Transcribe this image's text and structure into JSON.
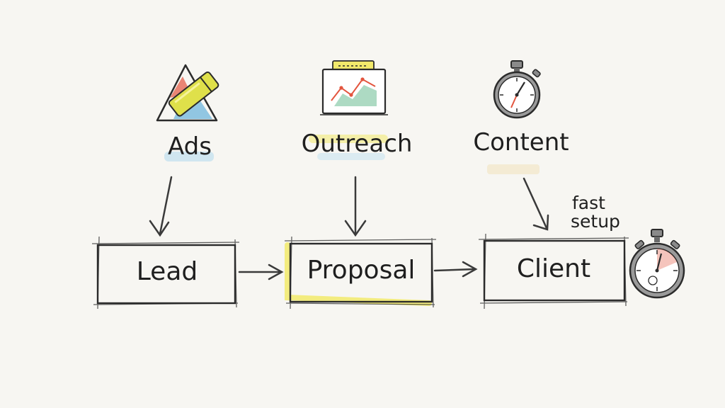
{
  "sources": [
    {
      "id": "ads",
      "label": "Ads",
      "icon": "pencil-triangle-icon"
    },
    {
      "id": "outreach",
      "label": "Outreach",
      "icon": "chart-board-icon"
    },
    {
      "id": "content",
      "label": "Content",
      "icon": "stopwatch-icon"
    }
  ],
  "stages": [
    {
      "id": "lead",
      "label": "Lead"
    },
    {
      "id": "proposal",
      "label": "Proposal"
    },
    {
      "id": "client",
      "label": "Client"
    }
  ],
  "note": {
    "line1": "fast",
    "line2": "setup",
    "icon": "stopwatch-icon"
  },
  "colors": {
    "ink": "#2b2b2b",
    "highlight_yellow": "#f2ea6b",
    "highlight_blue": "#bfe0f0",
    "highlight_cream": "#f3ead0",
    "icon_red": "#e3553e",
    "icon_blue": "#6fb6dc",
    "icon_green": "#9fd3b8",
    "pencil_yellow": "#dfe04a"
  }
}
